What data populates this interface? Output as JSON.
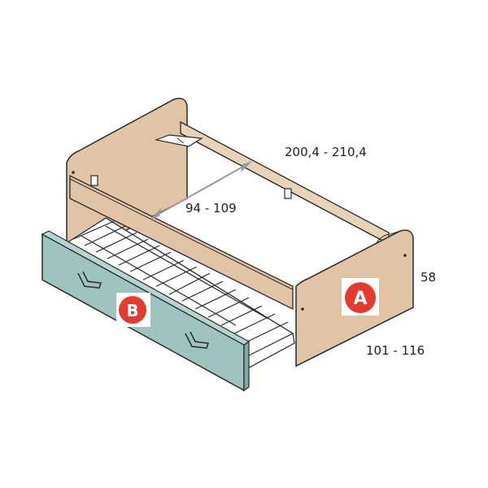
{
  "colors": {
    "wood": "#e0c4a5",
    "wood_dark": "#c9aa88",
    "drawer": "#9fc3c0",
    "line": "#2a2a2a",
    "arrow": "#999999",
    "badge": "#e63a2e"
  },
  "dimensions": {
    "length": "200,4 - 210,4",
    "width_inner": "94 - 109",
    "height": "58",
    "depth": "101 - 116"
  },
  "badges": {
    "a": "A",
    "b": "B"
  }
}
